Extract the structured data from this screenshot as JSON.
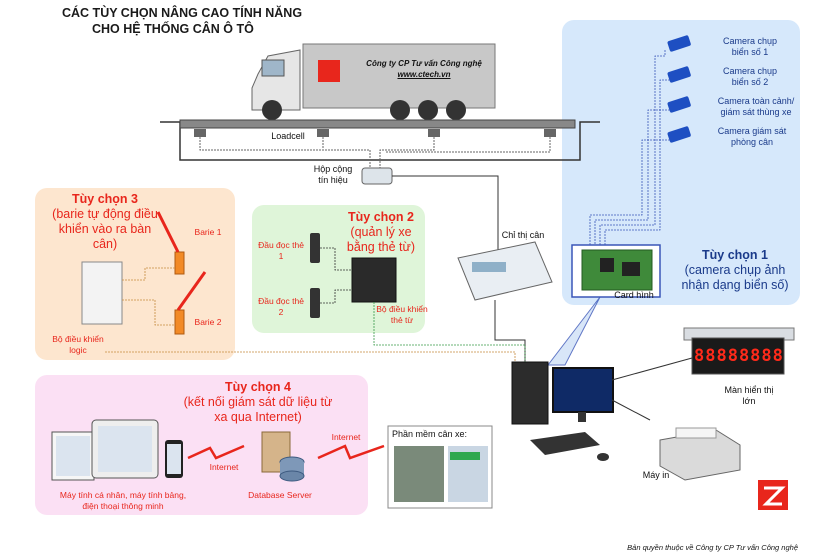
{
  "header": {
    "line1": "CÁC TÙY CHỌN NÂNG CAO TÍNH NĂNG",
    "line2": "CHO HỆ THỐNG CÂN Ô TÔ"
  },
  "truck": {
    "company": "Công ty CP Tư vấn Công nghệ",
    "website": "www.ctech.vn"
  },
  "scale": {
    "loadcell_label": "Loadcell",
    "junction_label": "Hộp cộng\ntín hiệu",
    "indicator_label": "Chỉ thị cân"
  },
  "option1": {
    "title": "Tùy chọn 1",
    "desc": "(camera chụp ảnh nhận dạng biển số)",
    "cameras": [
      "Camera chụp biển số 1",
      "Camera chụp biển số 2",
      "Camera toàn cảnh/ giám sát thùng xe",
      "Camera giám sát phòng cân"
    ],
    "card_label": "Card hình"
  },
  "option2": {
    "title": "Tùy chọn 2",
    "desc": "(quản lý xe bằng thẻ từ)",
    "reader1": "Đầu đọc thẻ 1",
    "reader2": "Đầu đọc thẻ 2",
    "controller": "Bộ điều khiển thẻ từ"
  },
  "option3": {
    "title": "Tùy chọn 3",
    "desc": "(barie tự động điều khiển vào ra bàn cân)",
    "barrier1": "Barie 1",
    "barrier2": "Barie 2",
    "logic": "Bộ điều khiển logic"
  },
  "option4": {
    "title": "Tùy chọn 4",
    "desc": "(kết nối giám sát dữ liệu từ xa qua Internet)",
    "devices": "Máy tính cá nhân, máy tính bảng, điện thoại thông minh",
    "server": "Database Server",
    "internet1": "Internet",
    "internet2": "Internet"
  },
  "software": {
    "label": "Phần mềm cân xe:"
  },
  "display": {
    "label": "Màn hiển thị lớn",
    "digits": "88888888"
  },
  "printer": {
    "label": "Máy in"
  },
  "footer": {
    "copyright": "Bản quyền thuộc về Công ty CP Tư vấn Công nghệ"
  },
  "colors": {
    "accent": "#e8261c",
    "opt1": "#d6e8fb",
    "opt2": "#dff5d9",
    "opt3": "#fde6cf",
    "opt4": "#fbe0f4"
  }
}
